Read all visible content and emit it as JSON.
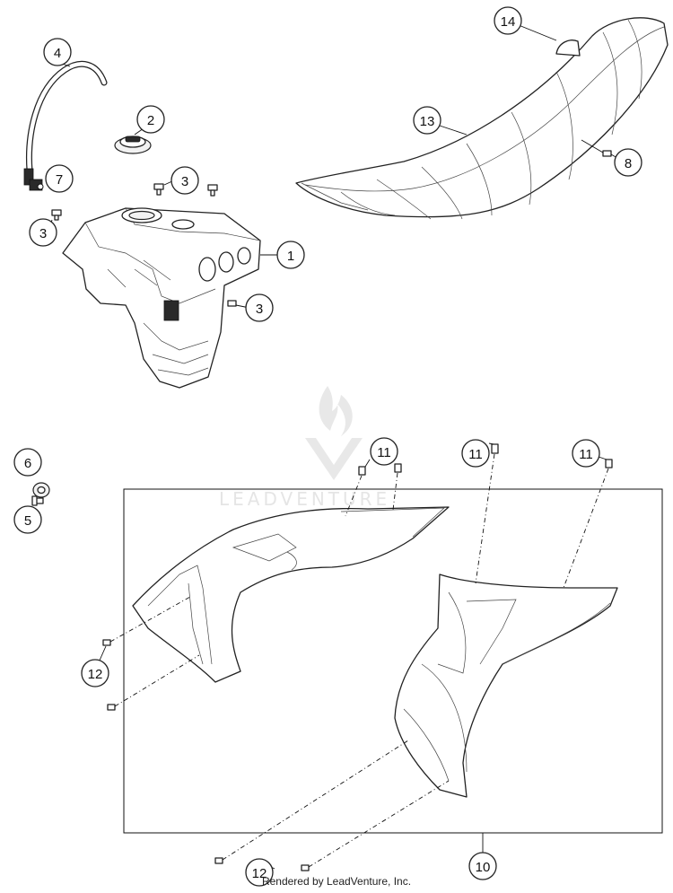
{
  "watermark": {
    "brand": "LEADVENTURE"
  },
  "footer": {
    "text": "Rendered by LeadVenture, Inc."
  },
  "callouts": [
    "1",
    "2",
    "3",
    "3",
    "3",
    "4",
    "5",
    "6",
    "7",
    "8",
    "11",
    "11",
    "11",
    "12",
    "12",
    "10",
    "13",
    "14"
  ],
  "callout_labels": {
    "fuel_tank": "1",
    "filler_cap": "2",
    "screw_a": "3",
    "screw_b": "3",
    "screw_c": "3",
    "hose": "4",
    "nut": "5",
    "bushing": "6",
    "valve": "7",
    "seat_screw": "8",
    "side_screw_a": "11",
    "side_screw_b": "11",
    "side_screw_c": "11",
    "lower_screw_left": "12",
    "lower_screw_bottom": "12",
    "side_cover": "10",
    "seat": "13",
    "seat_cover": "14"
  }
}
